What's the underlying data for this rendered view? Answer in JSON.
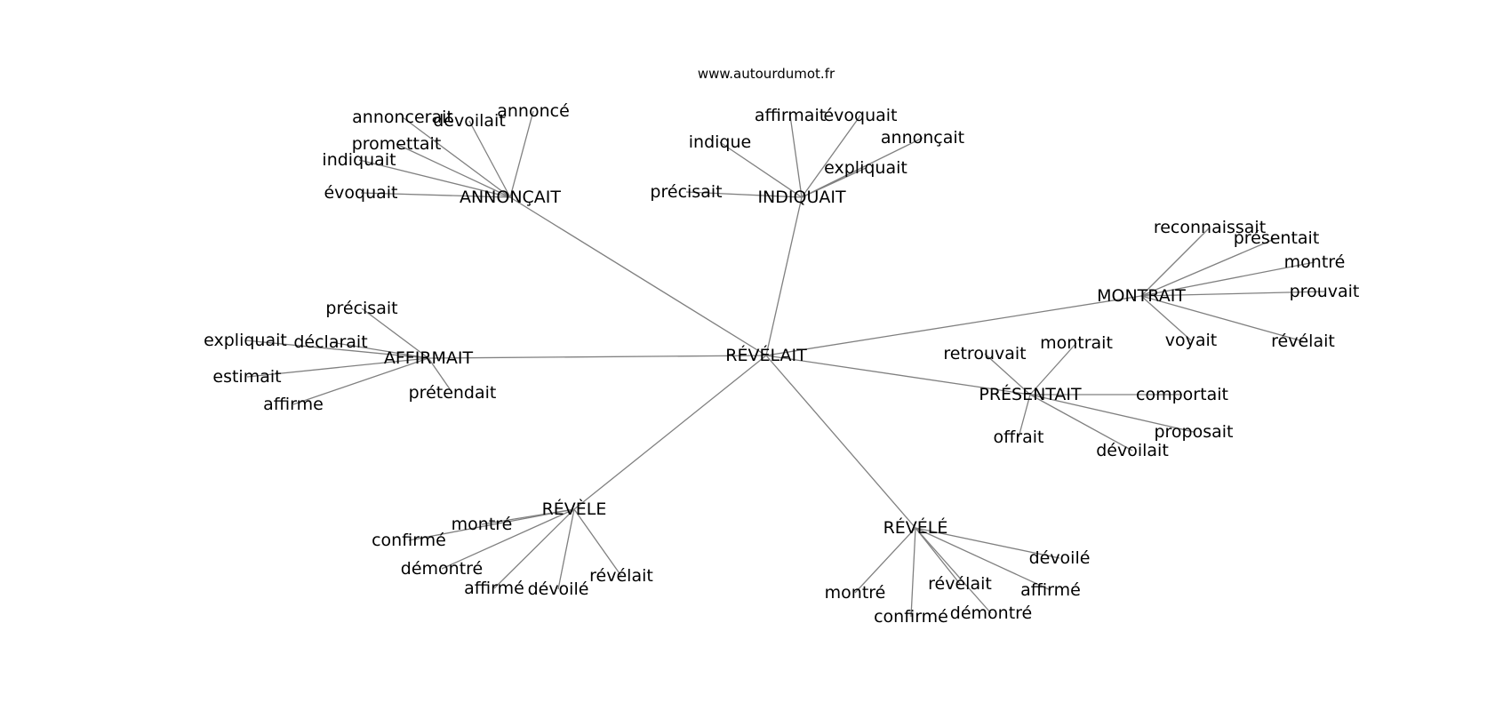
{
  "site": "www.autourdumot.fr",
  "center": "RÉVÉLAIT",
  "clusters": [
    {
      "hub": "ANNONÇAIT",
      "words": [
        "annoncerait",
        "dévoilait",
        "annoncé",
        "promettait",
        "indiquait",
        "évoquait"
      ]
    },
    {
      "hub": "INDIQUAIT",
      "words": [
        "affirmait",
        "évoquait",
        "annonçait",
        "indique",
        "expliquait",
        "précisait"
      ]
    },
    {
      "hub": "MONTRAIT",
      "words": [
        "reconnaissait",
        "présentait",
        "montré",
        "prouvait",
        "voyait",
        "révélait"
      ]
    },
    {
      "hub": "PRÉSENTAIT",
      "words": [
        "retrouvait",
        "montrait",
        "comportait",
        "offrait",
        "proposait",
        "dévoilait"
      ]
    },
    {
      "hub": "AFFIRMAIT",
      "words": [
        "précisait",
        "expliquait",
        "déclarait",
        "estimait",
        "affirme",
        "prétendait"
      ]
    },
    {
      "hub": "RÉVÈLE",
      "words": [
        "montré",
        "confirmé",
        "démontré",
        "affirmé",
        "dévoilé",
        "révélait"
      ]
    },
    {
      "hub": "RÉVÉLÉ",
      "words": [
        "dévoilé",
        "affirmé",
        "révélait",
        "démontré",
        "montré",
        "confirmé"
      ]
    }
  ]
}
